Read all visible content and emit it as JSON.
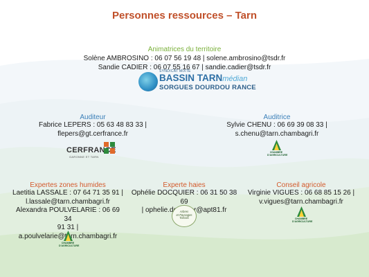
{
  "title": "Personnes ressources – Tarn",
  "animatrices": {
    "heading": "Animatrices du territoire",
    "lines": [
      "Solène AMBROSINO : 06 07 56 19 48 | solene.ambrosino@tsdr.fr",
      "Sandie CADIER : 06 07 55 16 67 | sandie.cadier@tsdr.fr"
    ]
  },
  "bassin_logo": {
    "small": "SYNDICAT MIXTE",
    "main": "BASSIN TARN",
    "main_italic": "médian",
    "sub": "SORGUES DOURDOU RANCE"
  },
  "auditeur": {
    "heading": "Auditeur",
    "lines": [
      "Fabrice LEPERS : 05 63 48 83 33 |",
      "flepers@gt.cerfrance.fr"
    ]
  },
  "cerfrance_logo": {
    "name": "CERFRANCE",
    "sub": "GARONNE ET TARN"
  },
  "auditrice": {
    "heading": "Auditrice",
    "lines": [
      "Sylvie CHENU : 06 69 39 08 33 |",
      "s.chenu@tarn.chambagri.fr"
    ]
  },
  "chambre_logo": {
    "line1": "CHAMBRE",
    "line2": "D'AGRICULTURE"
  },
  "zones_humides": {
    "heading": "Expertes zones humides",
    "lines": [
      "Laetitia LASSALE : 07 64 71 35 91 |",
      "l.lassale@tarn.chambagri.fr",
      "Alexandra POULVELARIE : 06 69 34",
      "91 31 |",
      "a.poulvelarie@tarn.chambagri.fr"
    ]
  },
  "haies": {
    "heading": "Experte haies",
    "lines": [
      "Ophélie DOCQUIER : 06 31 50 38 69",
      "| ophelie.docquier@apt81.fr"
    ]
  },
  "arbres_logo": {
    "line1": "Arbres",
    "line2": "et Paysages",
    "line3": "Tarnais"
  },
  "conseil": {
    "heading": "Conseil agricole",
    "lines": [
      "Virginie VIGUES : 06 68 85 15 26 |",
      "v.vigues@tarn.chambagri.fr"
    ]
  },
  "colors": {
    "title": "#c0502a",
    "green_heading": "#7ab03a",
    "blue_heading": "#3a7fb8",
    "orange_heading": "#d35a2c"
  }
}
